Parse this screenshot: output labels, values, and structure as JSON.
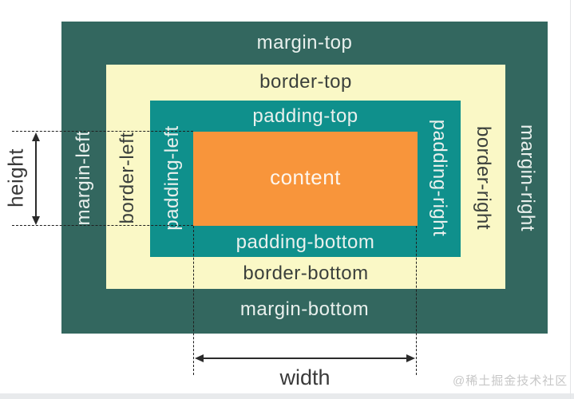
{
  "diagram": {
    "title_semantic": "css-box-model",
    "areas": {
      "margin": {
        "label_top": "margin-top",
        "label_bottom": "margin-bottom",
        "label_left": "margin-left",
        "label_right": "margin-right",
        "color": "#33675f"
      },
      "border": {
        "label_top": "border-top",
        "label_bottom": "border-bottom",
        "label_left": "border-left",
        "label_right": "border-right",
        "color": "#faf8c6"
      },
      "padding": {
        "label_top": "padding-top",
        "label_bottom": "padding-bottom",
        "label_left": "padding-left",
        "label_right": "padding-right",
        "color": "#0f908c"
      },
      "content": {
        "label": "content",
        "color": "#f8953b"
      }
    },
    "measurements": {
      "height_label": "height",
      "width_label": "width"
    },
    "text_colors": {
      "light_text": "#e9f0ed",
      "dark_text": "#3b403c",
      "measure_text": "#3a3a3a"
    }
  },
  "watermark": {
    "text": "@稀土掘金技术社区",
    "color": "#c7c7c7"
  }
}
